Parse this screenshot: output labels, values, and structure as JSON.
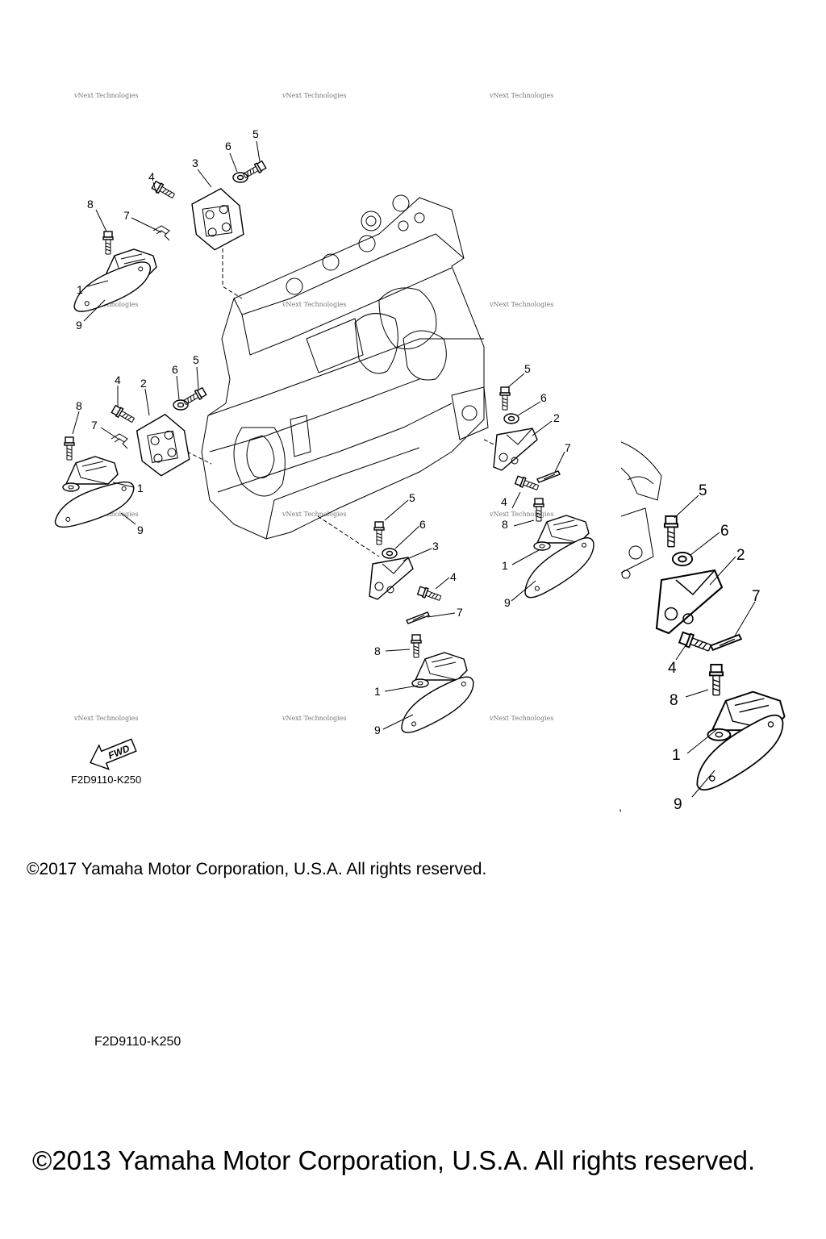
{
  "diagram": {
    "watermark": "vNext Technologies",
    "fwd_label": "FWD",
    "reference_code": "F2D9110-K250",
    "callouts": {
      "one": "1",
      "two": "2",
      "three": "3",
      "four": "4",
      "five": "5",
      "six": "6",
      "seven": "7",
      "eight": "8",
      "nine": "9"
    }
  },
  "footer": {
    "reference_code": "F2D9110-K250",
    "copyright_2017": "©2017 Yamaha Motor Corporation, U.S.A. All rights reserved.",
    "copyright_2013": "©2013 Yamaha Motor Corporation, U.S.A. All rights reserved."
  }
}
